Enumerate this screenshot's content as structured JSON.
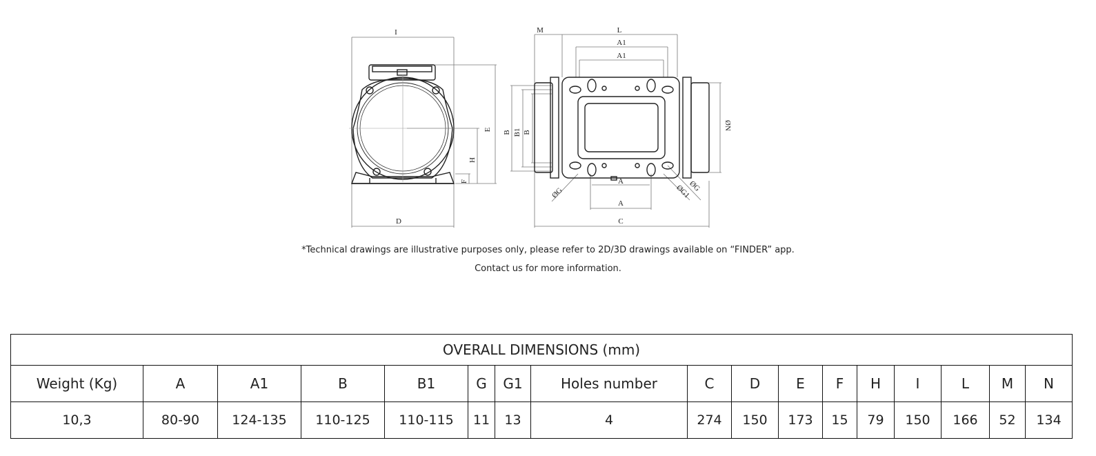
{
  "drawing": {
    "labels": {
      "I": "I",
      "D": "D",
      "E": "E",
      "H": "H",
      "F": "F",
      "M": "M",
      "L": "L",
      "A1_top": "A1",
      "A1_inner": "A1",
      "B": "B",
      "B1": "B1",
      "B_inner": "B",
      "ON": "ØN",
      "A_inner": "A",
      "A_bottom": "A",
      "C": "C",
      "OG_left": "ØG",
      "OG1": "ØG1",
      "OG_right": "ØG"
    }
  },
  "notes": {
    "line1": "*Technical drawings are illustrative purposes only, please refer to 2D/3D drawings available on “FINDER” app.",
    "line2": "Contact us for more information."
  },
  "table": {
    "title": "OVERALL DIMENSIONS (mm)",
    "headers": [
      "Weight (Kg)",
      "A",
      "A1",
      "B",
      "B1",
      "G",
      "G1",
      "Holes number",
      "C",
      "D",
      "E",
      "F",
      "H",
      "I",
      "L",
      "M",
      "N"
    ],
    "values": [
      "10,3",
      "80-90",
      "124-135",
      "110-125",
      "110-115",
      "11",
      "13",
      "4",
      "274",
      "150",
      "173",
      "15",
      "79",
      "150",
      "166",
      "52",
      "134"
    ]
  }
}
